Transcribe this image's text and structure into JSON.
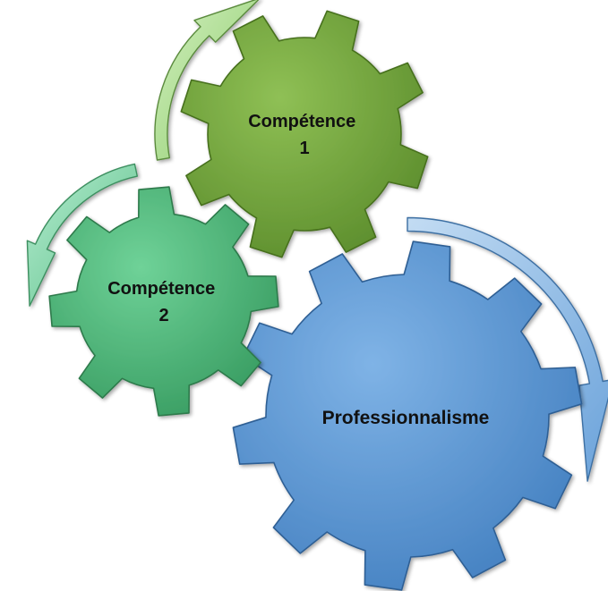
{
  "diagram": {
    "gears": [
      {
        "id": "competence-1",
        "label_lines": [
          "Compétence",
          "1"
        ],
        "color": "#72a43d"
      },
      {
        "id": "competence-2",
        "label_lines": [
          "Compétence",
          "2"
        ],
        "color": "#4db87a"
      },
      {
        "id": "professionnalisme",
        "label_lines": [
          "Professionnalisme"
        ],
        "color": "#5b97d4"
      }
    ],
    "arrows": [
      {
        "id": "arrow-competence-1",
        "color": "#a6d98b",
        "rotation": "clockwise"
      },
      {
        "id": "arrow-competence-2",
        "color": "#7fd0a0",
        "rotation": "counterclockwise"
      },
      {
        "id": "arrow-professionnalisme",
        "color": "#8db8e4",
        "rotation": "clockwise"
      }
    ]
  }
}
